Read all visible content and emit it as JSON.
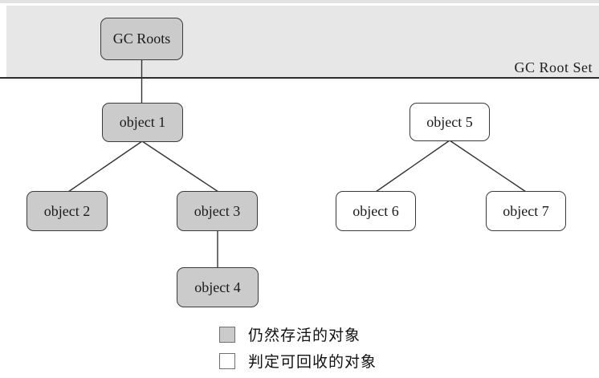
{
  "banner": {
    "root_set_label": "GC Root Set"
  },
  "nodes": {
    "gc_roots": {
      "label": "GC Roots",
      "state": "alive"
    },
    "object1": {
      "label": "object 1",
      "state": "alive"
    },
    "object2": {
      "label": "object 2",
      "state": "alive"
    },
    "object3": {
      "label": "object 3",
      "state": "alive"
    },
    "object4": {
      "label": "object 4",
      "state": "alive"
    },
    "object5": {
      "label": "object 5",
      "state": "recyclable"
    },
    "object6": {
      "label": "object 6",
      "state": "recyclable"
    },
    "object7": {
      "label": "object 7",
      "state": "recyclable"
    }
  },
  "edges": [
    {
      "from": "gc_roots",
      "to": "object1"
    },
    {
      "from": "object1",
      "to": "object2"
    },
    {
      "from": "object1",
      "to": "object3"
    },
    {
      "from": "object3",
      "to": "object4"
    },
    {
      "from": "object5",
      "to": "object6"
    },
    {
      "from": "object5",
      "to": "object7"
    }
  ],
  "legend": {
    "alive_label": "仍然存活的对象",
    "recyclable_label": "判定可回收的对象"
  },
  "colors": {
    "banner_fill": "#e7e7e7",
    "alive_fill": "#cbcbcb",
    "recyclable_fill": "#ffffff",
    "node_border": "#3b3b3b",
    "edge_stroke": "#333333",
    "root_line": "#2b2b2b"
  }
}
